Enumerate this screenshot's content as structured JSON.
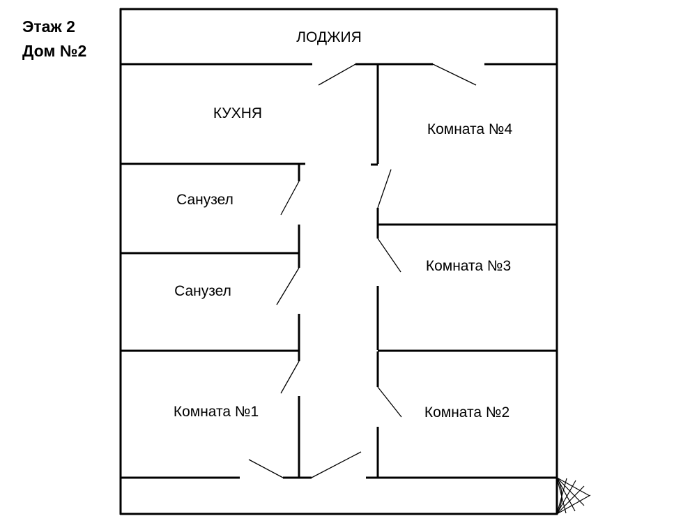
{
  "header": {
    "floor": "Этаж 2",
    "house": "Дом №2"
  },
  "rooms": {
    "loggia": "ЛОДЖИЯ",
    "kitchen": "КУХНЯ",
    "bathroom_upper": "Санузел",
    "bathroom_lower": "Санузел",
    "room_1": "Комната №1",
    "room_2": "Комната №2",
    "room_3": "Комната №3",
    "room_4": "Комната №4"
  }
}
